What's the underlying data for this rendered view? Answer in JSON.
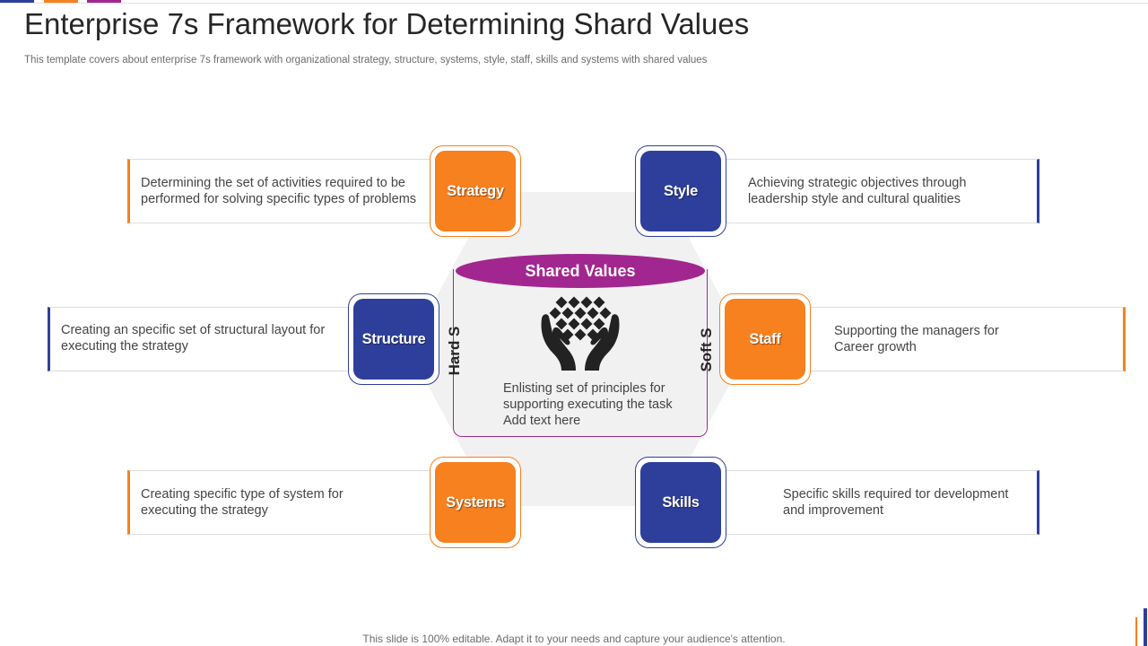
{
  "slide": {
    "title": "Enterprise 7s Framework for Determining Shard Values",
    "subtitle": "This template covers about enterprise 7s framework with organizational strategy, structure, systems, style, staff, skills and systems with shared values",
    "footer": "This slide is 100% editable. Adapt it to your needs and capture your audience's attention."
  },
  "colors": {
    "orange": "#f7801f",
    "blue": "#2e3f9b",
    "purple": "#a2268f",
    "hexagon": "#f1f1f1",
    "icon": "#222222"
  },
  "center": {
    "header": "Shared Values",
    "left_label": "Hard S",
    "right_label": "Soft S",
    "icon": "hands-holding-diamonds-icon",
    "text": [
      "Enlisting set of principles for",
      "supporting executing the task",
      "Add text here"
    ]
  },
  "elements": [
    {
      "label": "Strategy",
      "color": "orange",
      "text": [
        "Determining the set of activities required to be",
        "performed for solving specific types of problems"
      ]
    },
    {
      "label": "Style",
      "color": "blue",
      "text": [
        "Achieving strategic objectives through",
        "leadership style and cultural qualities"
      ]
    },
    {
      "label": "Structure",
      "color": "blue",
      "text": [
        "Creating an specific set of structural layout for",
        "executing the strategy"
      ]
    },
    {
      "label": "Staff",
      "color": "orange",
      "text": [
        "Supporting the managers for",
        "Career growth"
      ]
    },
    {
      "label": "Systems",
      "color": "orange",
      "text": [
        "Creating specific type of system for",
        "executing the strategy"
      ]
    },
    {
      "label": "Skills",
      "color": "blue",
      "text": [
        "Specific skills required tor development",
        "and improvement"
      ]
    }
  ]
}
